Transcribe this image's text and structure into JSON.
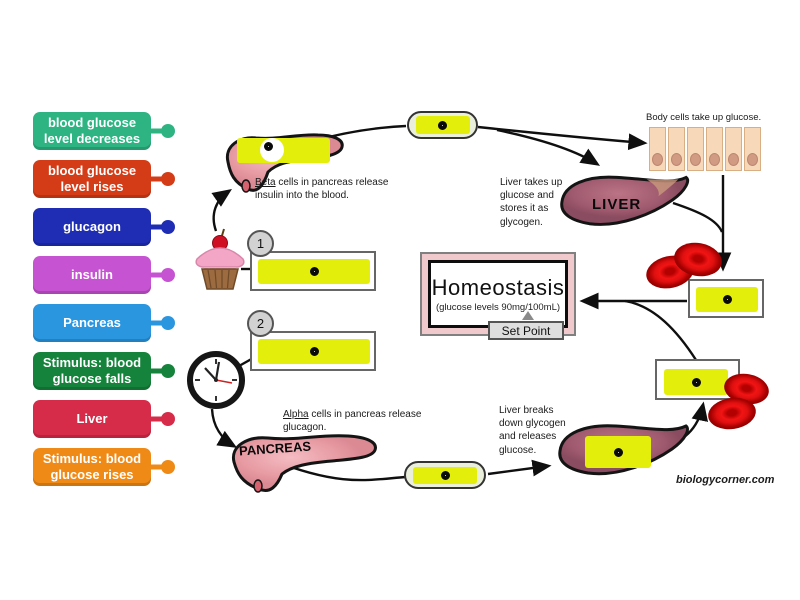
{
  "sidebar": {
    "items": [
      {
        "label": "blood glucose level decreases",
        "color": "#2db482"
      },
      {
        "label": "blood glucose level rises",
        "color": "#d43c17"
      },
      {
        "label": "glucagon",
        "color": "#1e2db4"
      },
      {
        "label": "insulin",
        "color": "#c653d1"
      },
      {
        "label": "Pancreas",
        "color": "#2b96e0"
      },
      {
        "label": "Stimulus: blood glucose falls",
        "color": "#15833b"
      },
      {
        "label": "Liver",
        "color": "#d62b49"
      },
      {
        "label": "Stimulus: blood glucose rises",
        "color": "#f08a17"
      }
    ]
  },
  "diagram": {
    "steps": {
      "one": "1",
      "two": "2"
    },
    "beta_note": {
      "lead": "Beta",
      "rest": " cells in pancreas release insulin into the blood."
    },
    "alpha_note": {
      "lead": "Alpha",
      "rest": " cells in pancreas release glucagon."
    },
    "liver_top_note": "Liver takes up glucose and stores it as glycogen.",
    "liver_bottom_note": "Liver breaks down glycogen and releases glucose.",
    "body_cells_caption": "Body cells take up glucose.",
    "liver_label": "LIVER",
    "pancreas_label": "PANCREAS",
    "homeostasis": {
      "title": "Homeostasis",
      "subtitle": "(glucose levels 90mg/100mL)",
      "set_point": "Set Point"
    },
    "credit": "biologycorner.com"
  },
  "colors": {
    "answer_yellow": "#e3ee0b",
    "blood_red": "#e01010",
    "homeostasis_pink": "#f0c9cd"
  }
}
